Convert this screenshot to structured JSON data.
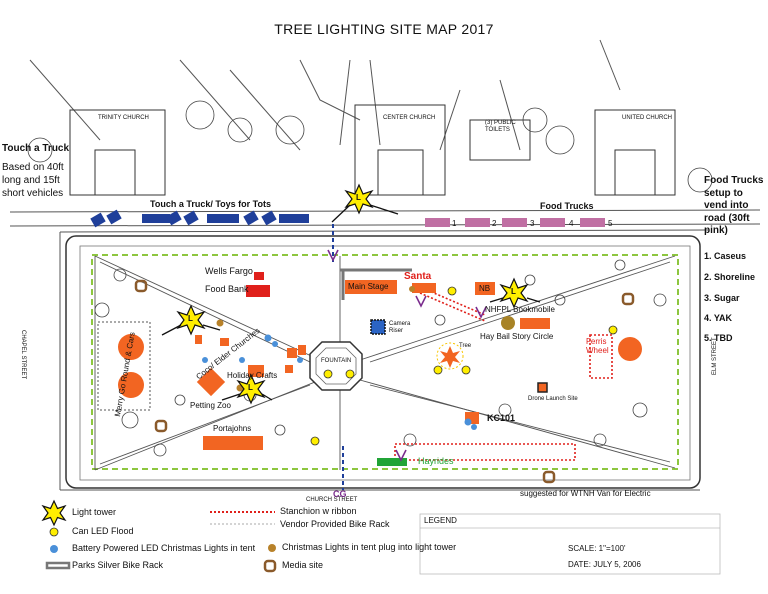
{
  "title": "TREE LIGHTING SITE MAP 2017",
  "buildings": {
    "trinity": "TRINITY CHURCH",
    "center": "CENTER CHURCH",
    "toilets": "(3) PUBLIC TOILETS",
    "united": "UNITED CHURCH"
  },
  "left_notes": {
    "heading": "Touch a Truck",
    "body": "Based on 40ft long and 15ft short vehicles"
  },
  "right_notes": {
    "heading": "Food Trucks setup to vend into road (30ft pink)",
    "items": [
      "1.  Caseus",
      "2.  Shoreline",
      "3.  Sugar",
      "4.  YAK",
      "5.  TBD"
    ]
  },
  "food_truck_numbers": [
    "1",
    "2",
    "3",
    "4",
    "5"
  ],
  "streets": {
    "chapel": "CHAPEL STREET",
    "elm": "ELM STREET",
    "church": "CHURCH STREET"
  },
  "labels": {
    "touch_truck": "Touch a Truck/ Toys for Tots",
    "food_trucks": "Food Trucks",
    "wells_fargo": "Wells Fargo",
    "food_bank": "Food Bank",
    "main_stage": "Main Stage",
    "santa": "Santa",
    "nb": "NB",
    "bookmobile": "NHFPL Bookmobile",
    "hay_bail": "Hay Bail Story Circle",
    "camera": "Camera Riser",
    "fountain": "FOUNTAIN",
    "tree": "Tree",
    "ferris": "Ferris Wheel",
    "drone": "Drone Launch Site",
    "coco": "Coco/ Elder Churches",
    "merry": "Merry Go Round & Cars",
    "holiday": "Holiday Crafts",
    "petting": "Petting Zoo",
    "portajohns": "Portajohns",
    "kc101": "KC101",
    "hayrides": "Hayrides",
    "cg": "CG",
    "wtnh": "suggested for WTNH Van for Electric"
  },
  "tower_letter": "L",
  "legend": {
    "items": [
      "Light tower",
      "Can LED Flood",
      "Battery Powered LED Christmas Lights in tent",
      "Parks Silver Bike Rack",
      "Stanchion w ribbon",
      "Vendor Provided Bike Rack",
      "Christmas Lights in tent plug into light tower",
      "Media site"
    ],
    "box_label": "LEGEND",
    "scale": "SCALE:  1\"=100'",
    "date": "DATE:  JULY  5,  2006"
  },
  "colors": {
    "orange": "#f26522",
    "blue_tent": "#1f3f9a",
    "pink_truck": "#c06fa3",
    "yellow_tower": "#ffee00",
    "green_path": "#8dc63f",
    "red": "#e0201b",
    "media": "#8a5a2b"
  }
}
